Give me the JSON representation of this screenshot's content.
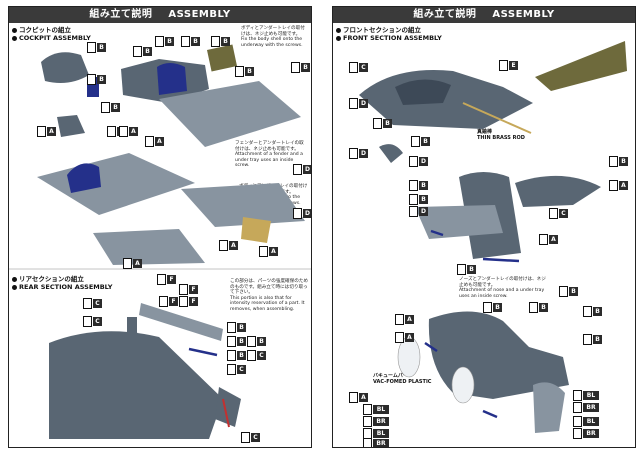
{
  "left_page": {
    "title_jp": "組み立て説明",
    "title_en": "ASSEMBLY",
    "sections": [
      {
        "jp": "コクピットの組立",
        "en": "COCKPIT ASSEMBLY"
      },
      {
        "jp": "リアセクションの組立",
        "en": "REAR SECTION ASSEMBLY"
      }
    ],
    "notes": [
      "ボディとアンダートレイの取付けは、ネジ止めも可能です。",
      "Fix the body shell onto the underway with the screws.",
      "フェンダーとアンダートレイの取付けは、ネジ止めも可能です。",
      "Attachment of a fender and a under tray uses an inside screw.",
      "ボディとアンダートレイの取付けは、ネジ止めも可能です。",
      "Fix the body shell onto the underway with the screws.",
      "この部分は、パーツの強度確保のためのものです。組み立て時には切り取って下さい。",
      "This portion is also that for intensity reservation of a part. It removes, when assembling."
    ],
    "tag_letters": [
      "B",
      "B",
      "B",
      "B",
      "B",
      "B",
      "B",
      "A",
      "A",
      "B",
      "B",
      "B",
      "A",
      "D",
      "A",
      "D",
      "A",
      "A",
      "F",
      "F",
      "F",
      "F",
      "C",
      "C",
      "B",
      "B",
      "B",
      "C",
      "B",
      "C",
      "C"
    ]
  },
  "right_page": {
    "title_jp": "組み立て説明",
    "title_en": "ASSEMBLY",
    "sections": [
      {
        "jp": "フロントセクションの組立",
        "en": "FRONT SECTION ASSEMBLY"
      }
    ],
    "notes": [
      "ノーズとアンダートレイの取付けは、ネジ止めも可能です。",
      "Attachment of nose and a under tray uses an inside screw."
    ],
    "labels": [
      {
        "text": "真鍮棒",
        "role": "brass-rod-jp"
      },
      {
        "text": "THIN BRASS ROD",
        "role": "brass-rod-en"
      },
      {
        "text": "バキュームパーツ",
        "role": "vac-jp"
      },
      {
        "text": "VAC-FOMED PLASTIC",
        "role": "vac-en"
      }
    ],
    "tag_letters": [
      "C",
      "E",
      "D",
      "B",
      "B",
      "D",
      "B",
      "B",
      "D",
      "B",
      "A",
      "D",
      "C",
      "B",
      "A",
      "B",
      "B",
      "B",
      "A",
      "B",
      "A",
      "A",
      "B",
      "BL",
      "BR",
      "BL",
      "BR",
      "BL",
      "BR",
      "BL",
      "BR"
    ]
  },
  "colors": {
    "header_bg": "#3a3a3a",
    "part_gray": "#596673",
    "part_blue": "#24308a",
    "part_olive": "#6e6a3c",
    "tag_bg": "#2b2b2b"
  }
}
